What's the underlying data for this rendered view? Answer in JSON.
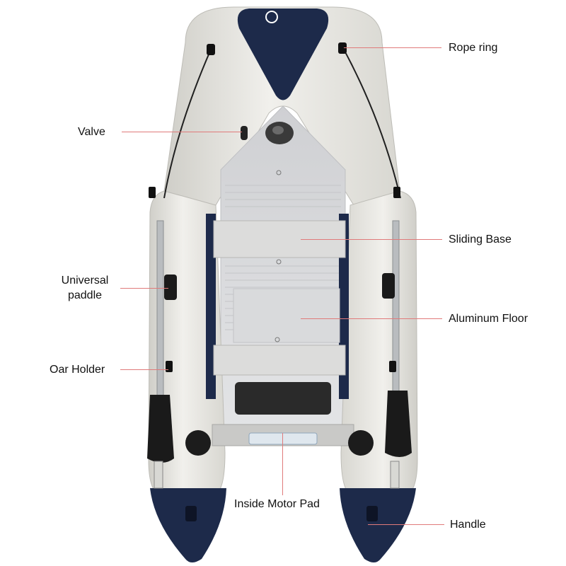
{
  "labels": {
    "rope_ring": "Rope ring",
    "valve": "Valve",
    "sliding_base": "Sliding Base",
    "universal_paddle_line1": "Universal",
    "universal_paddle_line2": "paddle",
    "aluminum_floor": "Aluminum Floor",
    "oar_holder": "Oar Holder",
    "inside_motor_pad": "Inside Motor Pad",
    "handle": "Handle"
  },
  "colors": {
    "leader_line": "#e07a7a",
    "hull": "#e9e8e3",
    "hull_shade": "#d3d2cc",
    "navy_accent": "#1d2a4a",
    "floor": "#d9dadc",
    "paddle": "#1a1a1a"
  }
}
